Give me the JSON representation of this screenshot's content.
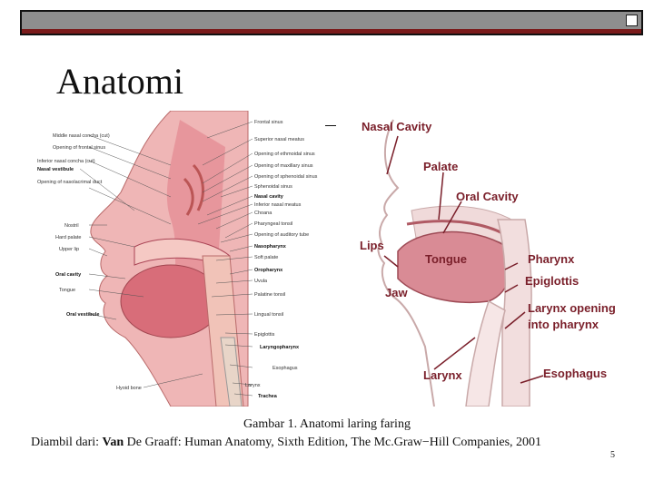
{
  "slide": {
    "title": "Anatomi",
    "caption_line1": "Gambar 1. Anatomi laring faring",
    "caption_line2_prefix": "Diambil dari: ",
    "caption_line2_bold": "Van",
    "caption_line2_rest": " De Graaff: Human Anatomy, Sixth Edition, The Mc.Graw−Hill Companies, 2001",
    "page_number": "5"
  },
  "left_figure": {
    "labels_left": [
      "Middle nasal concha (cut)",
      "Opening of frontal sinus",
      "Inferior nasal concha (cut)",
      "Nasal vestibule",
      "Opening of nasolacrimal duct",
      "Nostril",
      "Hard palate",
      "Upper lip",
      "Oral cavity",
      "Tongue",
      "Oral vestibule",
      "Hyoid bone"
    ],
    "labels_right": [
      "Frontal sinus",
      "Superior nasal meatus",
      "Opening of ethmoidal sinus",
      "Opening of maxillary sinus",
      "Opening of sphenoidal sinus",
      "Sphenoidal sinus",
      "Nasal cavity",
      "Inferior nasal meatus",
      "Choana",
      "Pharyngeal tonsil",
      "Opening of auditory tube",
      "Nasopharynx",
      "Soft palate",
      "Oropharynx",
      "Uvula",
      "Palatine tonsil",
      "Lingual tonsil",
      "Epiglottis",
      "Laryngopharynx",
      "Esophagus",
      "Larynx",
      "Trachea"
    ]
  },
  "right_figure": {
    "labels": [
      "Nasal Cavity",
      "Palate",
      "Oral Cavity",
      "Lips",
      "Tongue",
      "Jaw",
      "Pharynx",
      "Epiglottis",
      "Larynx opening",
      "into pharynx",
      "Larynx",
      "Esophagus"
    ]
  },
  "colors": {
    "header_gray": "#8e8e8e",
    "header_red": "#7a1b1b",
    "label_red": "#7a1f2a",
    "tissue_pink": "#e9a6a8"
  }
}
